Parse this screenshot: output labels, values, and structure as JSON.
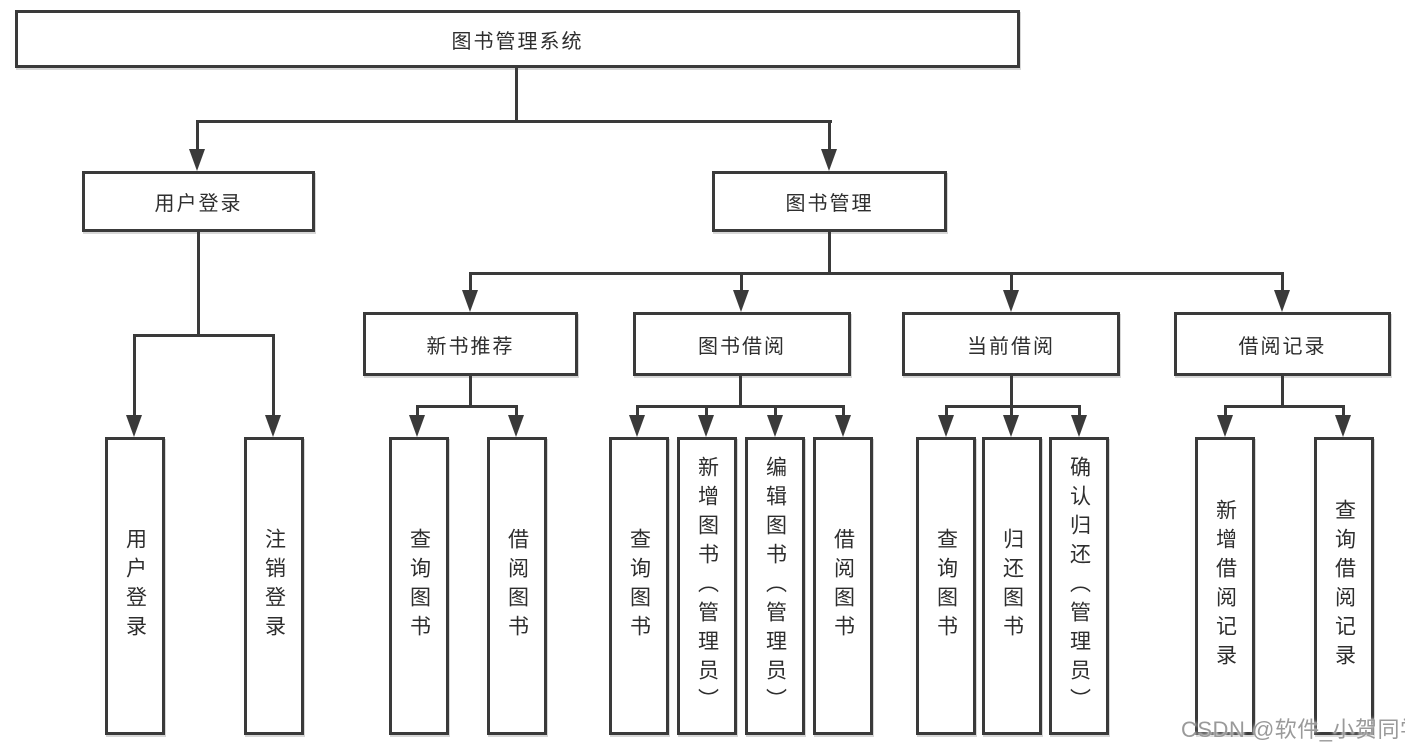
{
  "colors": {
    "background": "#ffffff",
    "line": "#3a3a3a",
    "box_border": "#3a3a3a",
    "text": "#2e2e2e",
    "watermark": "#9a9a9a"
  },
  "root": {
    "label": "图书管理系统"
  },
  "branches": {
    "user_login": {
      "label": "用户登录",
      "children": [
        {
          "label": "用户登录"
        },
        {
          "label": "注销登录"
        }
      ]
    },
    "book_mgmt": {
      "label": "图书管理",
      "children": [
        {
          "label": "新书推荐",
          "children": [
            {
              "label": "查询图书"
            },
            {
              "label": "借阅图书"
            }
          ]
        },
        {
          "label": "图书借阅",
          "children": [
            {
              "label": "查询图书"
            },
            {
              "label": "新增图书（管理员）"
            },
            {
              "label": "编辑图书（管理员）"
            },
            {
              "label": "借阅图书"
            }
          ]
        },
        {
          "label": "当前借阅",
          "children": [
            {
              "label": "查询图书"
            },
            {
              "label": "归还图书"
            },
            {
              "label": "确认归还（管理员）"
            }
          ]
        },
        {
          "label": "借阅记录",
          "children": [
            {
              "label": "新增借阅记录"
            },
            {
              "label": "查询借阅记录"
            }
          ]
        }
      ]
    }
  },
  "watermark": {
    "text": "CSDN @软件_小贺同学"
  }
}
